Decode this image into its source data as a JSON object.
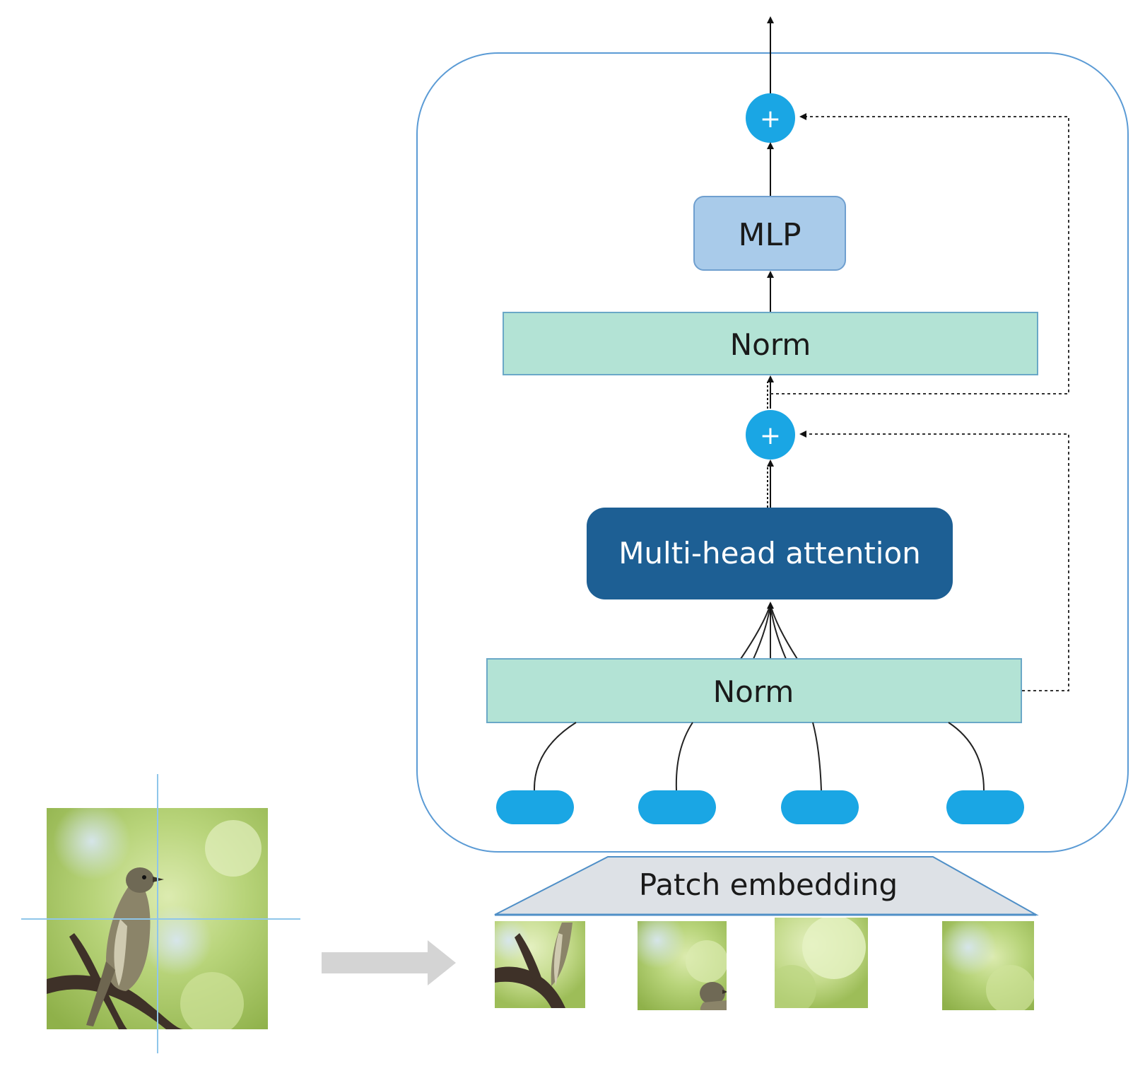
{
  "diagram": {
    "output_arrow": "output-arrow",
    "blocks": {
      "add_top": "+",
      "mlp": "MLP",
      "norm_top": "Norm",
      "add_bottom": "+",
      "attention": "Multi-head attention",
      "norm_bottom": "Norm",
      "patch_embedding": "Patch embedding"
    },
    "token_count": 4,
    "patch_count": 4,
    "colors": {
      "frame": "#5b9bd5",
      "norm_fill": "#b3e3d5",
      "norm_stroke": "#6aa8c7",
      "mlp_fill": "#a9cbea",
      "mlp_stroke": "#6f9fcf",
      "attention_fill": "#1d5f94",
      "plus_fill": "#1aa6e4",
      "token_fill": "#1aa6e4",
      "embed_fill": "#dde1e6",
      "embed_stroke": "#4f8fc7",
      "arrow_gray": "#d4d4d4"
    }
  }
}
